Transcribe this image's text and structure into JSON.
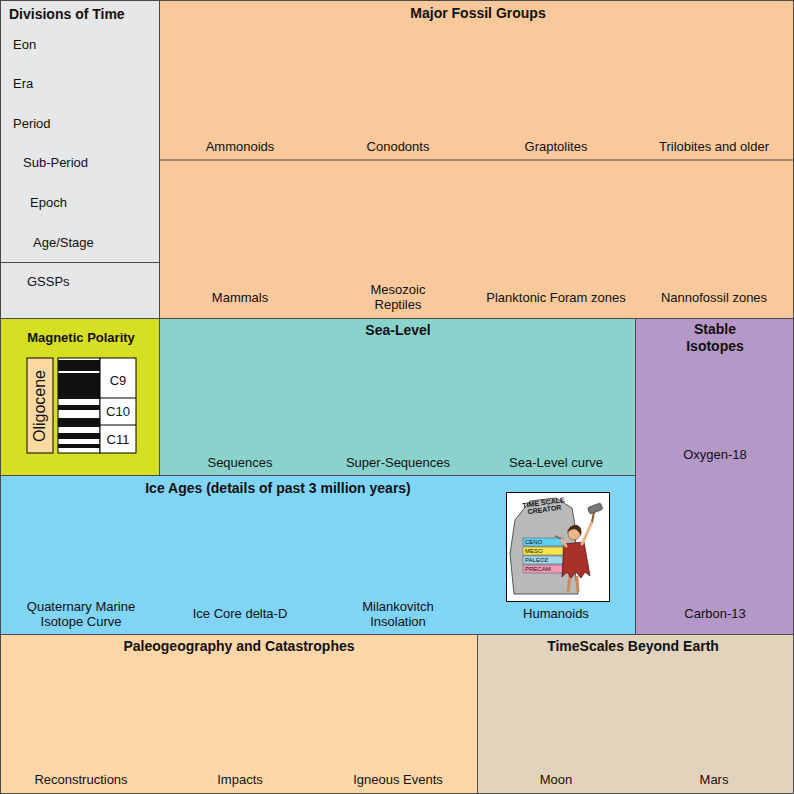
{
  "diagram": {
    "nodes": [
      {
        "text": [
          "Divisions of Time",
          "Eon",
          "Era",
          "Period",
          "Sub-Period",
          "Epoch",
          "Age/Stage"
        ]
      },
      {
        "text": [
          "GSSPs"
        ]
      },
      {
        "text": [
          "Major Fossil Groups",
          "Ammonoids",
          "Conodonts",
          "Graptolites",
          "Trilobites and older",
          "Mammals",
          "Mesozoic Reptiles",
          "Planktonic Foram zones",
          "Nannofossil zones"
        ]
      },
      {
        "text": [
          "Magnetic Polarity",
          "Oligocene",
          "C9",
          "C10",
          "C11"
        ]
      },
      {
        "text": [
          "Sea-Level",
          "Sequences",
          "Super-Sequences",
          "Sea-Level curve"
        ]
      },
      {
        "text": [
          "Stable Isotopes",
          "Oxygen-18",
          "Carbon-13"
        ]
      },
      {
        "text": [
          "Ice Ages (details of past 3 million years)",
          "Quaternary Marine Isotope Curve",
          "Ice Core delta-D",
          "Milankovitch Insolation",
          "Humanoids"
        ]
      },
      {
        "text": [
          "Paleogeography and Catastrophes",
          "Reconstructions",
          "Impacts",
          "Igneous Events"
        ]
      },
      {
        "text": [
          "TimeScales Beyond Earth",
          "Moon",
          "Mars"
        ]
      }
    ],
    "labels": [
      "TIME SCALE CREATOR",
      "CENO",
      "MESO",
      "PALEOZ",
      "PRECAM"
    ]
  }
}
